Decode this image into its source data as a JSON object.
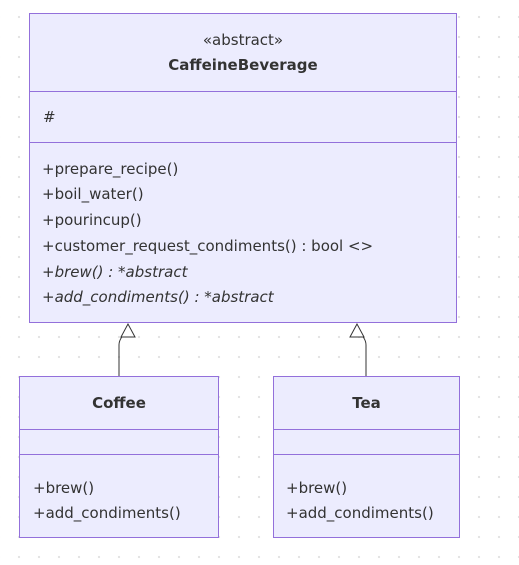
{
  "classes": {
    "caffeine": {
      "stereotype": "«abstract»",
      "name": "CaffeineBeverage",
      "attributes": [
        "#"
      ],
      "methods": [
        "+prepare_recipe()",
        "+boil_water()",
        "+pourincup()",
        "+customer_request_condiments() : bool <>",
        "+brew() : *abstract",
        "+add_condiments() : *abstract"
      ]
    },
    "coffee": {
      "name": "Coffee",
      "methods": [
        "+brew()",
        "+add_condiments()"
      ]
    },
    "tea": {
      "name": "Tea",
      "methods": [
        "+brew()",
        "+add_condiments()"
      ]
    }
  },
  "colors": {
    "box_fill": "#ececfe",
    "box_border": "#9370db",
    "edge": "#333333"
  }
}
